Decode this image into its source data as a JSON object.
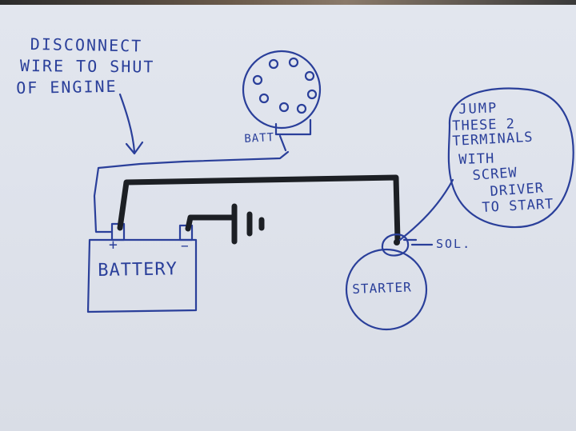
{
  "labels": {
    "disconnect_line1": "DISCONNECT",
    "disconnect_line2": "WIRE TO SHUT",
    "disconnect_line3": "OF ENGINE",
    "batt": "BATT",
    "battery": "BATTERY",
    "plus": "+",
    "minus": "−",
    "sol": "SOL.",
    "starter": "STARTER",
    "jump_line1": "JUMP",
    "jump_line2": "THESE 2",
    "jump_line3": "TERMINALS",
    "jump_line4": "WITH",
    "jump_line5": "SCREW",
    "jump_line6": "DRIVER",
    "jump_line7": "TO START"
  },
  "colors": {
    "ink": "#2a3f9a",
    "cable": "#1c1f24",
    "paper": "#dfe3ec"
  }
}
